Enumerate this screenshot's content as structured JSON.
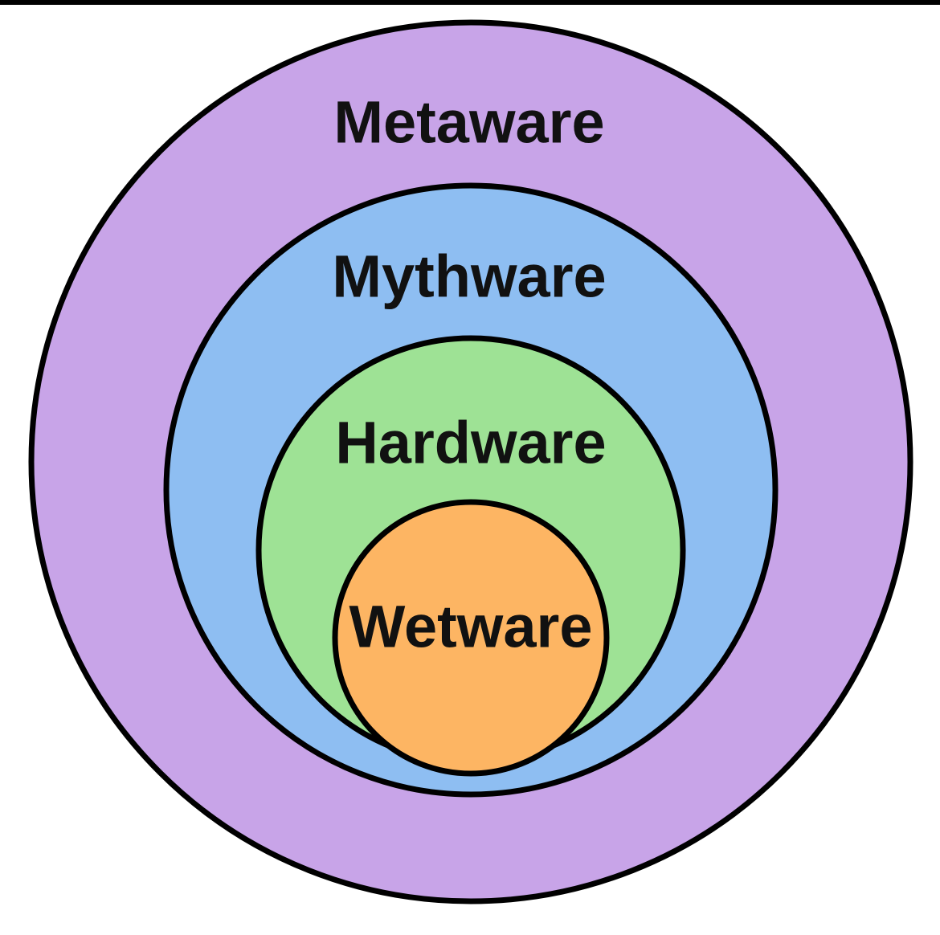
{
  "diagram": {
    "layers": [
      {
        "key": "metaware",
        "label": "Metaware",
        "color": "#c8a4e8"
      },
      {
        "key": "mythware",
        "label": "Mythware",
        "color": "#8ebef2"
      },
      {
        "key": "hardware",
        "label": "Hardware",
        "color": "#9ee295"
      },
      {
        "key": "wetware",
        "label": "Wetware",
        "color": "#fdb563"
      }
    ],
    "outline_color": "#000000"
  }
}
